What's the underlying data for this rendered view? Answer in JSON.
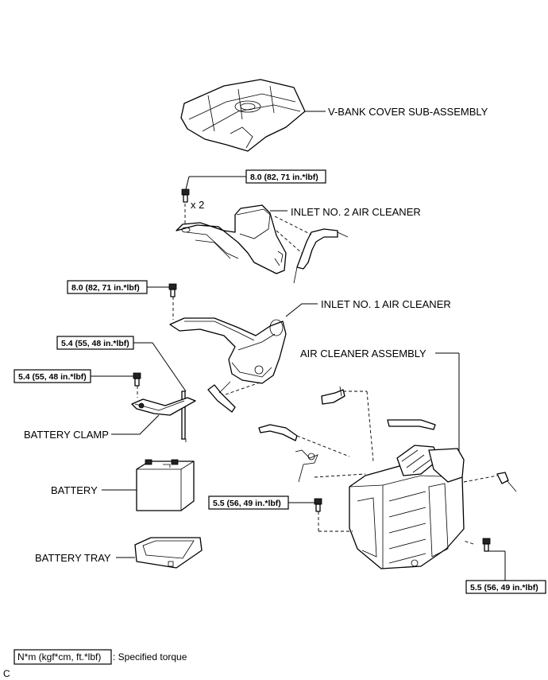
{
  "parts": {
    "v_bank_cover": "V-BANK COVER SUB-ASSEMBLY",
    "inlet_no2": "INLET NO. 2 AIR CLEANER",
    "inlet_no1": "INLET NO. 1 AIR CLEANER",
    "air_cleaner_assembly": "AIR CLEANER ASSEMBLY",
    "battery_clamp": "BATTERY CLAMP",
    "battery": "BATTERY",
    "battery_tray": "BATTERY TRAY"
  },
  "quantity_note": "x 2",
  "torques": {
    "t1": "8.0 (82, 71 in.*lbf)",
    "t2": "8.0 (82, 71 in.*lbf)",
    "t3": "5.4 (55, 48 in.*lbf)",
    "t4": "5.4 (55, 48 in.*lbf)",
    "t5": "5.5 (56, 49 in.*lbf)",
    "t6": "5.5 (56, 49 in.*lbf)"
  },
  "legend": {
    "unit": "N*m (kgf*cm, ft.*lbf)",
    "text": ": Specified torque"
  },
  "figure_code": "C"
}
